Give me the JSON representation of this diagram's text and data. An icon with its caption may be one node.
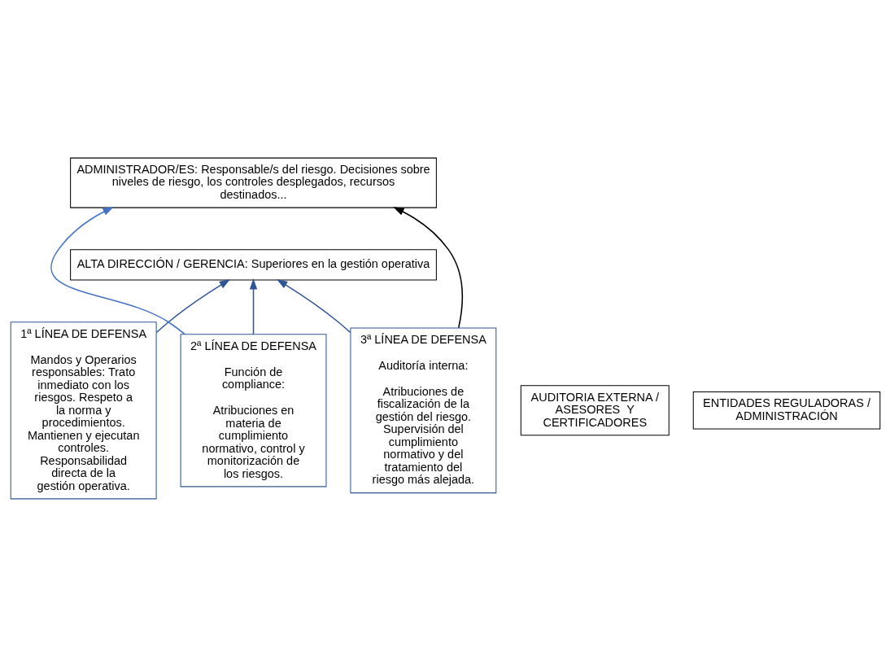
{
  "diagram": {
    "nodes": [
      {
        "text": [
          "ADMINISTRADOR/ES: Responsable/s del riesgo. Decisiones sobre niveles de riesgo, los controles desplegados, recursos destinados..."
        ]
      },
      {
        "text": [
          "ALTA DIRECCIÓN / GERENCIA: Superiores en la gestión operativa"
        ]
      },
      {
        "text": [
          "1ª LÍNEA DE DEFENSA",
          "Mandos y Operarios responsables: Trato inmediato con los riesgos. Respeto a la norma y procedimientos. Mantienen y ejecutan controles. Responsabilidad directa de la gestión operativa."
        ]
      },
      {
        "text": [
          "2ª LÍNEA DE DEFENSA",
          "Función de compliance:",
          "Atribuciones en materia de cumplimiento normativo, control y monitorización de los riesgos."
        ]
      },
      {
        "text": [
          "3ª LÍNEA DE DEFENSA",
          "Auditoría interna:",
          "Atribuciones de fiscalización de la gestión del riesgo. Supervisión del cumplimiento normativo y del tratamiento del riesgo más alejada."
        ]
      },
      {
        "text": [
          "AUDITORIA EXTERNA / ASESORES  Y CERTIFICADORES"
        ]
      },
      {
        "text": [
          "ENTIDADES REGULADORAS / ADMINISTRACIÓN"
        ]
      }
    ],
    "edges": [
      {
        "from": 2,
        "to": 1,
        "arrow": "to"
      },
      {
        "from": 3,
        "to": 1,
        "arrow": "to"
      },
      {
        "from": 4,
        "to": 1,
        "arrow": "to"
      },
      {
        "from": 3,
        "to": 0,
        "arrow": "to",
        "color": "#4472c4"
      },
      {
        "from": 4,
        "to": 0,
        "arrow": "to",
        "color": "#000000"
      }
    ]
  }
}
